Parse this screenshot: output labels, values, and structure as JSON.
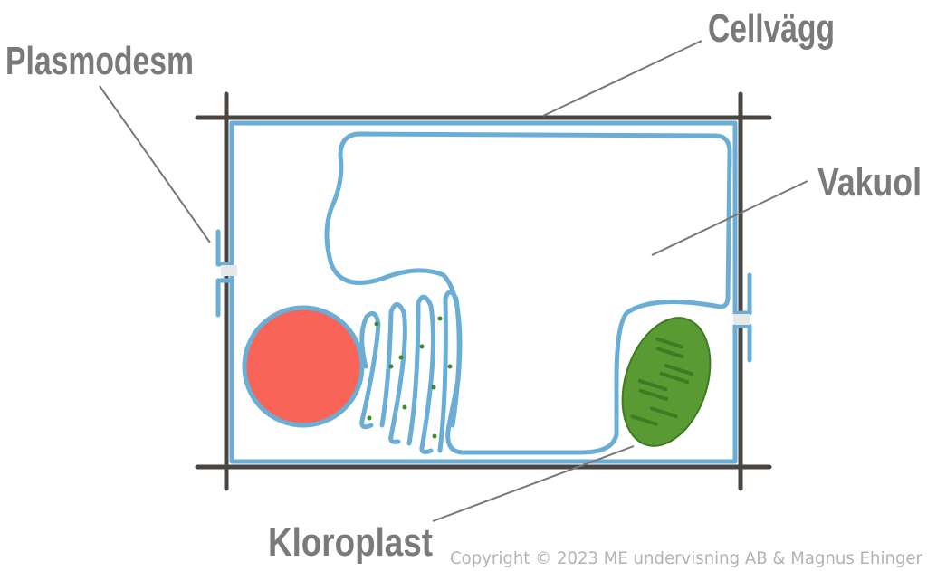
{
  "labels": {
    "plasmodesm": "Plasmodesm",
    "cellvagg": "Cellvägg",
    "vakuol": "Vakuol",
    "kloroplast": "Kloroplast"
  },
  "copyright": "Copyright © 2023 ME undervisning AB & Magnus Ehinger",
  "colors": {
    "membrane": "#6aaed6",
    "wall": "#4a4540",
    "nucleus": "#f96459",
    "chloroplast": "#5a9a32",
    "label": "#7a7a7a"
  }
}
